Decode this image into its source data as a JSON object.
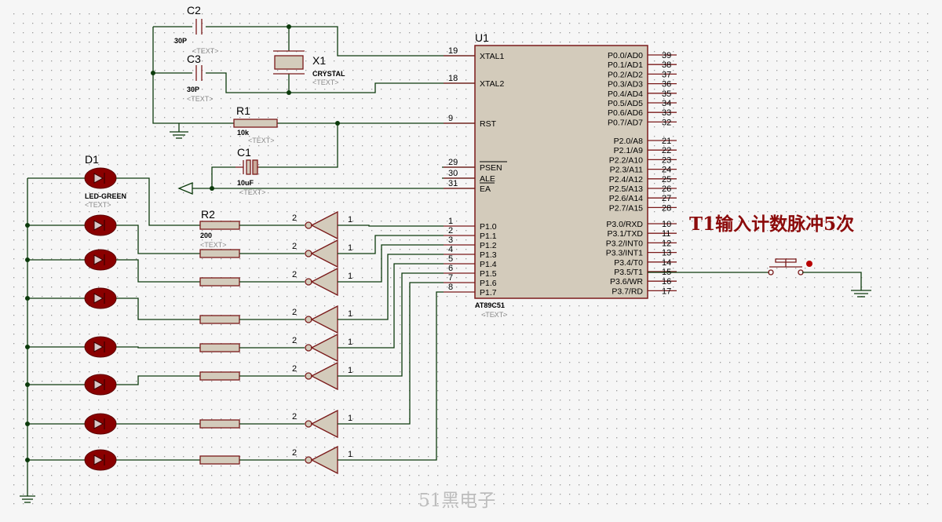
{
  "components": {
    "u1": {
      "ref": "U1",
      "part": "AT89C51",
      "text": "<TEXT>"
    },
    "c2": {
      "ref": "C2",
      "value": "30P",
      "text": "<TEXT>"
    },
    "c3": {
      "ref": "C3",
      "value": "30P",
      "text": "<TEXT>"
    },
    "x1": {
      "ref": "X1",
      "value": "CRYSTAL",
      "text": "<TEXT>"
    },
    "r1": {
      "ref": "R1",
      "value": "10k",
      "text": "<TEXT>"
    },
    "c1": {
      "ref": "C1",
      "value": "10uF",
      "text": "<TEXT>"
    },
    "d1": {
      "ref": "D1",
      "value": "LED-GREEN",
      "text": "<TEXT>"
    },
    "r2": {
      "ref": "R2",
      "value": "200",
      "text": "<TEXT>"
    }
  },
  "left_pins": [
    {
      "num": "19",
      "name": "XTAL1"
    },
    {
      "num": "18",
      "name": "XTAL2"
    },
    {
      "num": "9",
      "name": "RST"
    },
    {
      "num": "29",
      "name": "PSEN"
    },
    {
      "num": "30",
      "name": "ALE"
    },
    {
      "num": "31",
      "name": "EA"
    },
    {
      "num": "1",
      "name": "P1.0"
    },
    {
      "num": "2",
      "name": "P1.1"
    },
    {
      "num": "3",
      "name": "P1.2"
    },
    {
      "num": "4",
      "name": "P1.3"
    },
    {
      "num": "5",
      "name": "P1.4"
    },
    {
      "num": "6",
      "name": "P1.5"
    },
    {
      "num": "7",
      "name": "P1.6"
    },
    {
      "num": "8",
      "name": "P1.7"
    }
  ],
  "right_pins": [
    {
      "num": "39",
      "name": "P0.0/AD0"
    },
    {
      "num": "38",
      "name": "P0.1/AD1"
    },
    {
      "num": "37",
      "name": "P0.2/AD2"
    },
    {
      "num": "36",
      "name": "P0.3/AD3"
    },
    {
      "num": "35",
      "name": "P0.4/AD4"
    },
    {
      "num": "34",
      "name": "P0.5/AD5"
    },
    {
      "num": "33",
      "name": "P0.6/AD6"
    },
    {
      "num": "32",
      "name": "P0.7/AD7"
    },
    {
      "num": "21",
      "name": "P2.0/A8"
    },
    {
      "num": "22",
      "name": "P2.1/A9"
    },
    {
      "num": "23",
      "name": "P2.2/A10"
    },
    {
      "num": "24",
      "name": "P2.3/A11"
    },
    {
      "num": "25",
      "name": "P2.4/A12"
    },
    {
      "num": "26",
      "name": "P2.5/A13"
    },
    {
      "num": "27",
      "name": "P2.6/A14"
    },
    {
      "num": "28",
      "name": "P2.7/A15"
    },
    {
      "num": "10",
      "name": "P3.0/RXD"
    },
    {
      "num": "11",
      "name": "P3.1/TXD"
    },
    {
      "num": "12",
      "name": "P3.2/INT0"
    },
    {
      "num": "13",
      "name": "P3.3/INT1"
    },
    {
      "num": "14",
      "name": "P3.4/T0"
    },
    {
      "num": "15",
      "name": "P3.5/T1"
    },
    {
      "num": "16",
      "name": "P3.6/WR"
    },
    {
      "num": "17",
      "name": "P3.7/RD"
    }
  ],
  "buffer_pins": {
    "in": "2",
    "out": "1"
  },
  "annotation": "T1输入计数脉冲5次",
  "watermark": "51黑电子",
  "colors": {
    "wire": "#0c3b0c",
    "component": "#7a1a1a",
    "chip_fill": "#d3cbbb",
    "led": "#8a0000",
    "annotation": "#8b0a0a",
    "grid_dot": "#9a9a9a"
  }
}
